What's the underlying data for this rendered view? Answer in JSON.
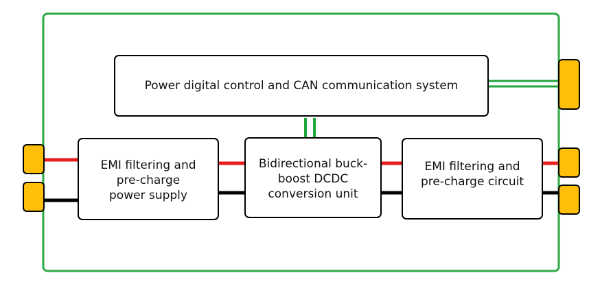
{
  "diagram": {
    "control_block": {
      "label": "Power digital control and CAN communication system"
    },
    "emi_left": {
      "lines": [
        "EMI filtering and",
        "pre-charge",
        "power supply"
      ]
    },
    "dcdc": {
      "lines": [
        "Bidirectional buck-",
        "boost DCDC",
        "conversion unit"
      ]
    },
    "emi_right": {
      "lines": [
        "EMI filtering and",
        "pre-charge circuit"
      ]
    },
    "colors": {
      "enclosure": "#2eaa45",
      "positive_line": "#e81e1e",
      "negative_line": "#000000",
      "can_bus": "#1fa53a",
      "connector_fill": "#fdbf0a",
      "connector_border": "#000000",
      "block_border": "#000000"
    }
  }
}
